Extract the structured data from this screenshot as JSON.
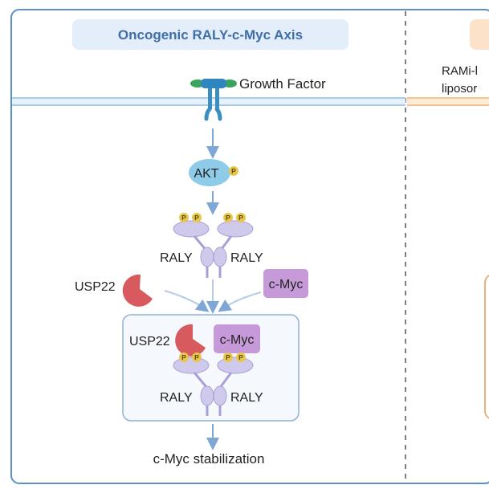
{
  "left_panel": {
    "title": "Oncogenic RALY-c-Myc Axis",
    "growth_factor": "Growth Factor",
    "akt": "AKT",
    "phospho": "P",
    "raly": "RALY",
    "usp22": "USP22",
    "cmyc": "c-Myc",
    "result": "c-Myc stabilization"
  },
  "right_panel": {
    "text_line1": "RAMi-l",
    "text_line2": "liposor"
  },
  "colors": {
    "frame": "#5b8fc9",
    "title_bg": "#e4eefa",
    "title_text": "#3f6fa8",
    "membrane": "#a9cbea",
    "right_header": "#fbe2c8",
    "right_border": "#e8b27a",
    "arrow": "#7fa7d6",
    "akt": "#8ecbe8",
    "phospho": "#e8c64a",
    "raly": "#cfc9ec",
    "usp22": "#d65a5e",
    "cmyc": "#c69ad8",
    "receptor": "#3a8fc0",
    "ligand": "#3aa35c"
  }
}
